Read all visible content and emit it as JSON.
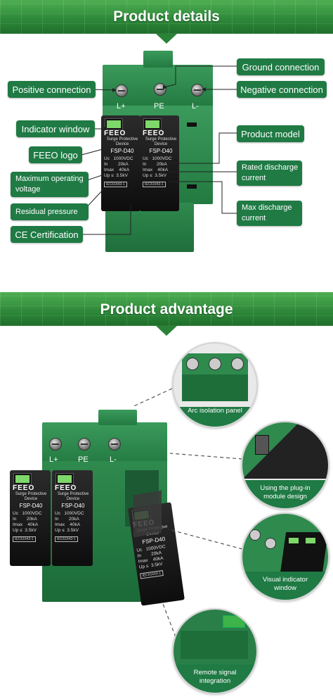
{
  "section1": {
    "title": "Product details"
  },
  "section2": {
    "title": "Product advantage"
  },
  "callouts": {
    "ground_connection": "Ground connection",
    "positive_connection": "Positive connection",
    "negative_connection": "Negative connection",
    "indicator_window": "Indicator window",
    "product_model": "Product model",
    "feeo_logo": "FEEO logo",
    "rated_discharge": "Rated discharge current",
    "max_operating_voltage": "Maximum operating voltage",
    "residual_pressure": "Residual pressure",
    "max_discharge": "Max discharge current",
    "ce_certification": "CE Certification"
  },
  "terminals": {
    "positive": "L+",
    "ground": "PE",
    "negative": "L-"
  },
  "module": {
    "brand": "FEEO",
    "description": "Surge Protective Device",
    "model": "FSP-D40",
    "specs": "Uc   1000VDC\nIn        20kA\nImax    40kA\nUp ≤  3.5kV",
    "cert": "IEC61643-1"
  },
  "advantages": {
    "arc_isolation": "Arc isolation panel",
    "plug_in": "Using the plug-in module design",
    "visual_indicator": "Visual indicator window",
    "remote_signal": "Remote signal integration"
  },
  "colors": {
    "accent_green": "#1f7a44",
    "banner_green": "#2e8a3a",
    "device_green": "#2f8a4e",
    "module_black": "#111111"
  }
}
